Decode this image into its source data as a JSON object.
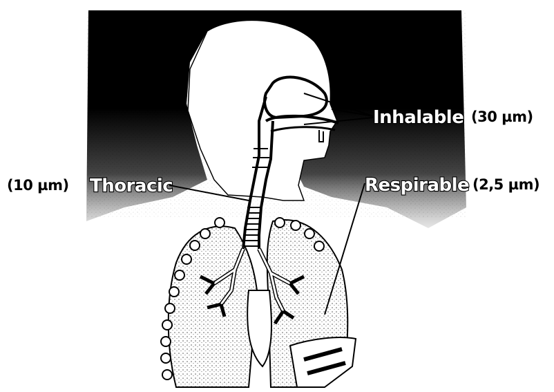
{
  "labels": {
    "inhalable": {
      "name": "Inhalable",
      "size": "(30 µm)"
    },
    "thoracic": {
      "name": "Thoracic",
      "size": "(10 µm)"
    },
    "respirable": {
      "name": "Respirable",
      "size": "(2,5 µm)"
    }
  },
  "colors": {
    "background": "#ffffff",
    "ink": "#000000",
    "stipple": "#555555"
  }
}
